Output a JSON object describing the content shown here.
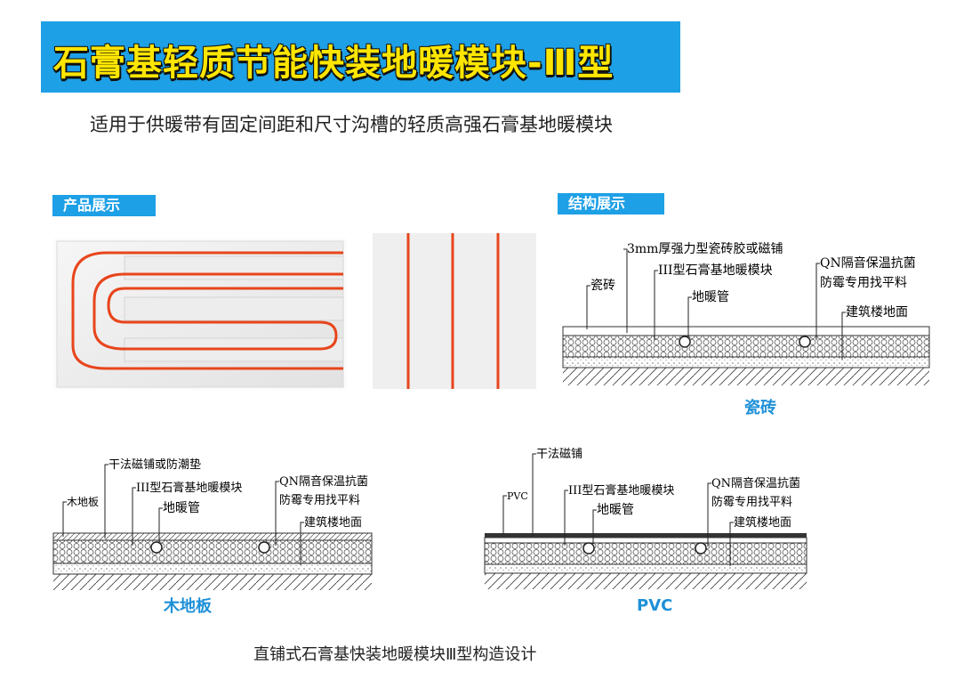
{
  "header": {
    "title": "石膏基轻质节能快装地暖模块-Ⅲ型",
    "subtitle": "适用于供暖带有固定间距和尺寸沟槽的轻质高强石膏基地暖模块"
  },
  "sections": {
    "product_tag": "产品展示",
    "structure_tag": "结构展示"
  },
  "diagrams": {
    "tile": {
      "caption": "瓷砖",
      "labels": {
        "adhesive": "3mm厚强力型瓷砖胶或磁铺",
        "tile": "瓷砖",
        "module": "III型石膏基地暖模块",
        "pipe": "地暖管",
        "leveler_1": "QN隔音保温抗菌",
        "leveler_2": "防霉专用找平料",
        "floor": "建筑楼地面"
      }
    },
    "wood": {
      "caption": "木地板",
      "labels": {
        "dry": "干法磁铺或防潮垫",
        "wood": "木地板",
        "module": "III型石膏基地暖模块",
        "pipe": "地暖管",
        "leveler_1": "QN隔音保温抗菌",
        "leveler_2": "防霉专用找平料",
        "floor": "建筑楼地面"
      }
    },
    "pvc": {
      "caption": "PVC",
      "labels": {
        "dry": "干法磁铺",
        "pvc": "PVC",
        "module": "III型石膏基地暖模块",
        "pipe": "地暖管",
        "leveler_1": "QN隔音保温抗菌",
        "leveler_2": "防霉专用找平料",
        "floor": "建筑楼地面"
      }
    }
  },
  "footer": {
    "caption": "直铺式石膏基快装地暖模块Ⅲ型构造设计"
  },
  "colors": {
    "banner": "#1ea0e6",
    "title_text": "#ffe600",
    "pipe": "#e8451c",
    "caption": "#1e90d8"
  }
}
